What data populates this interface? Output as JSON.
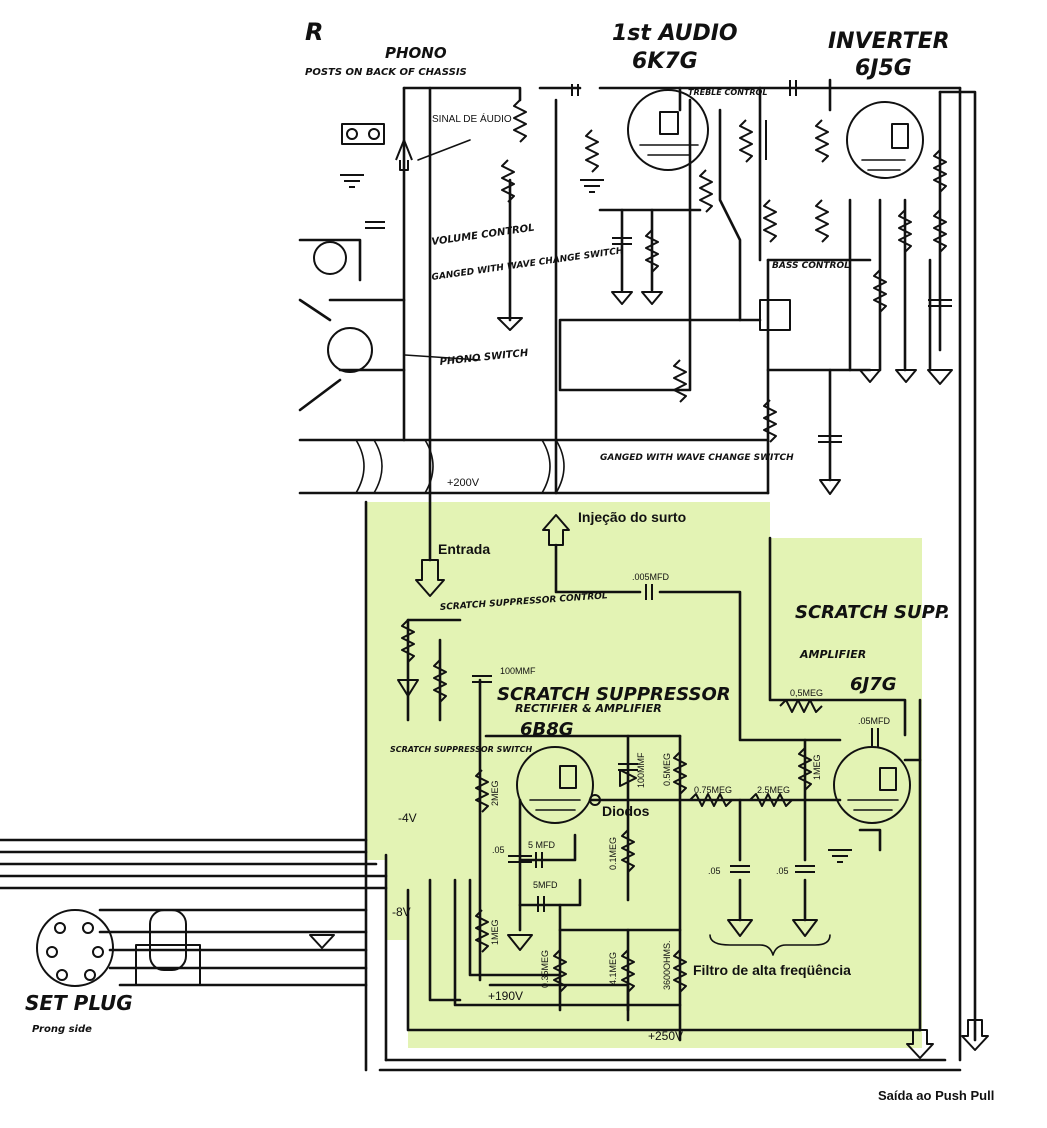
{
  "colors": {
    "highlight": "#e3f3b4",
    "ink": "#111111",
    "paper": "#ffffff"
  },
  "headers": {
    "partial_r": "R",
    "phono": "PHONO",
    "phono_posts": "POSTS ON BACK OF CHASSIS",
    "first_audio_title": "1st AUDIO",
    "first_audio_tube": "6K7G",
    "inverter_title": "INVERTER",
    "inverter_tube": "6J5G",
    "scratch_supp_title": "SCRATCH SUPP.",
    "scratch_supp_sub": "AMPLIFIER",
    "scratch_supp_tube": "6J7G",
    "suppressor_title": "SCRATCH SUPPRESSOR",
    "suppressor_sub": "RECTIFIER & AMPLIFIER",
    "suppressor_tube": "6B8G",
    "set_plug": "SET PLUG",
    "prong_side": "Prong side"
  },
  "handwritten": {
    "volume_control": "VOLUME CONTROL",
    "ganged_with_wave": "GANGED WITH WAVE CHANGE SWITCH",
    "phono_switch": "PHONO SWITCH",
    "ganged_wave_change": "GANGED WITH WAVE CHANGE SWITCH",
    "treble_control": "TREBLE CONTROL",
    "bass_control": "BASS CONTROL",
    "scratch_supp_control": "SCRATCH SUPPRESSOR CONTROL",
    "scratch_supp_switch": "SCRATCH SUPPRESSOR SWITCH"
  },
  "annotations": {
    "sinal_audio": "SINAL DE ÁUDIO",
    "v200": "+200V",
    "injecao": "Injeção do surto",
    "entrada": "Entrada",
    "diodos": "Diodos",
    "v_neg4": "-4V",
    "v_neg8": "-8V",
    "v190": "+190V",
    "v250": "+250V",
    "filtro": "Filtro de alta freqüência",
    "saida": "Saída ao Push Pull"
  },
  "components": {
    "c_005mfd": ".005MFD",
    "c_100mmf": "100MMF",
    "r_05meg_top": "0,5MEG",
    "c_05mfd_top": ".05MFD",
    "r_2meg": "2MEG",
    "c_100mmf_b": "100MMF",
    "r_05meg": "0.5MEG",
    "r_075meg": "0.75MEG",
    "r_25meg": "2.5MEG",
    "r_1meg_right": "1MEG",
    "c_05_left": ".05",
    "c_5mfd_a": "5 MFD",
    "c_5mfd_b": "5MFD",
    "r_01meg": "0.1MEG",
    "c_05_filter1": ".05",
    "c_05_filter2": ".05",
    "r_1meg_left": "1MEG",
    "r_035meg": "0.35MEG",
    "r_41meg": "4.1MEG",
    "r_3600ohms": "3600OHMS."
  }
}
